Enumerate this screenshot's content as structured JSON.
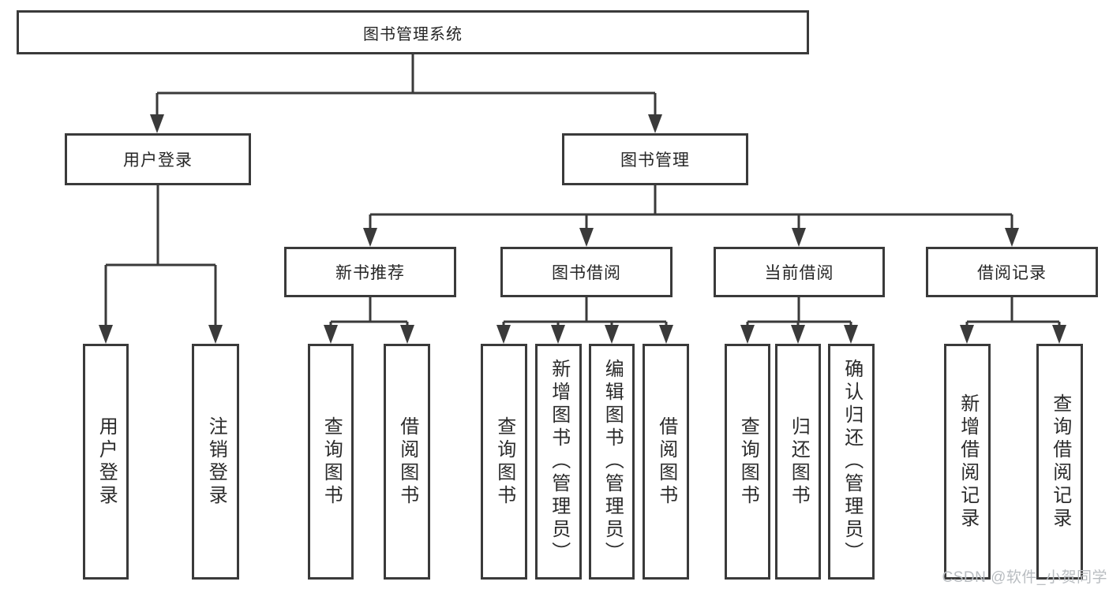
{
  "colors": {
    "background": "#ffffff",
    "line": "#3a3a3a",
    "box_border": "#3a3a3a",
    "text": "#262626",
    "watermark": "#b9bdc1"
  },
  "tree": {
    "root": "图书管理系统",
    "branches": [
      {
        "label": "用户登录",
        "leaves": [
          "用户登录",
          "注销登录"
        ]
      },
      {
        "label": "图书管理",
        "subbranches": [
          {
            "label": "新书推荐",
            "leaves": [
              "查询图书",
              "借阅图书"
            ]
          },
          {
            "label": "图书借阅",
            "leaves": [
              "查询图书",
              "新增图书（管理员）",
              "编辑图书（管理员）",
              "借阅图书"
            ]
          },
          {
            "label": "当前借阅",
            "leaves": [
              "查询图书",
              "归还图书",
              "确认归还（管理员）"
            ]
          },
          {
            "label": "借阅记录",
            "leaves": [
              "新增借阅记录",
              "查询借阅记录"
            ]
          }
        ]
      }
    ]
  },
  "watermark": {
    "text": "CSDN @软件_小贺同学"
  }
}
